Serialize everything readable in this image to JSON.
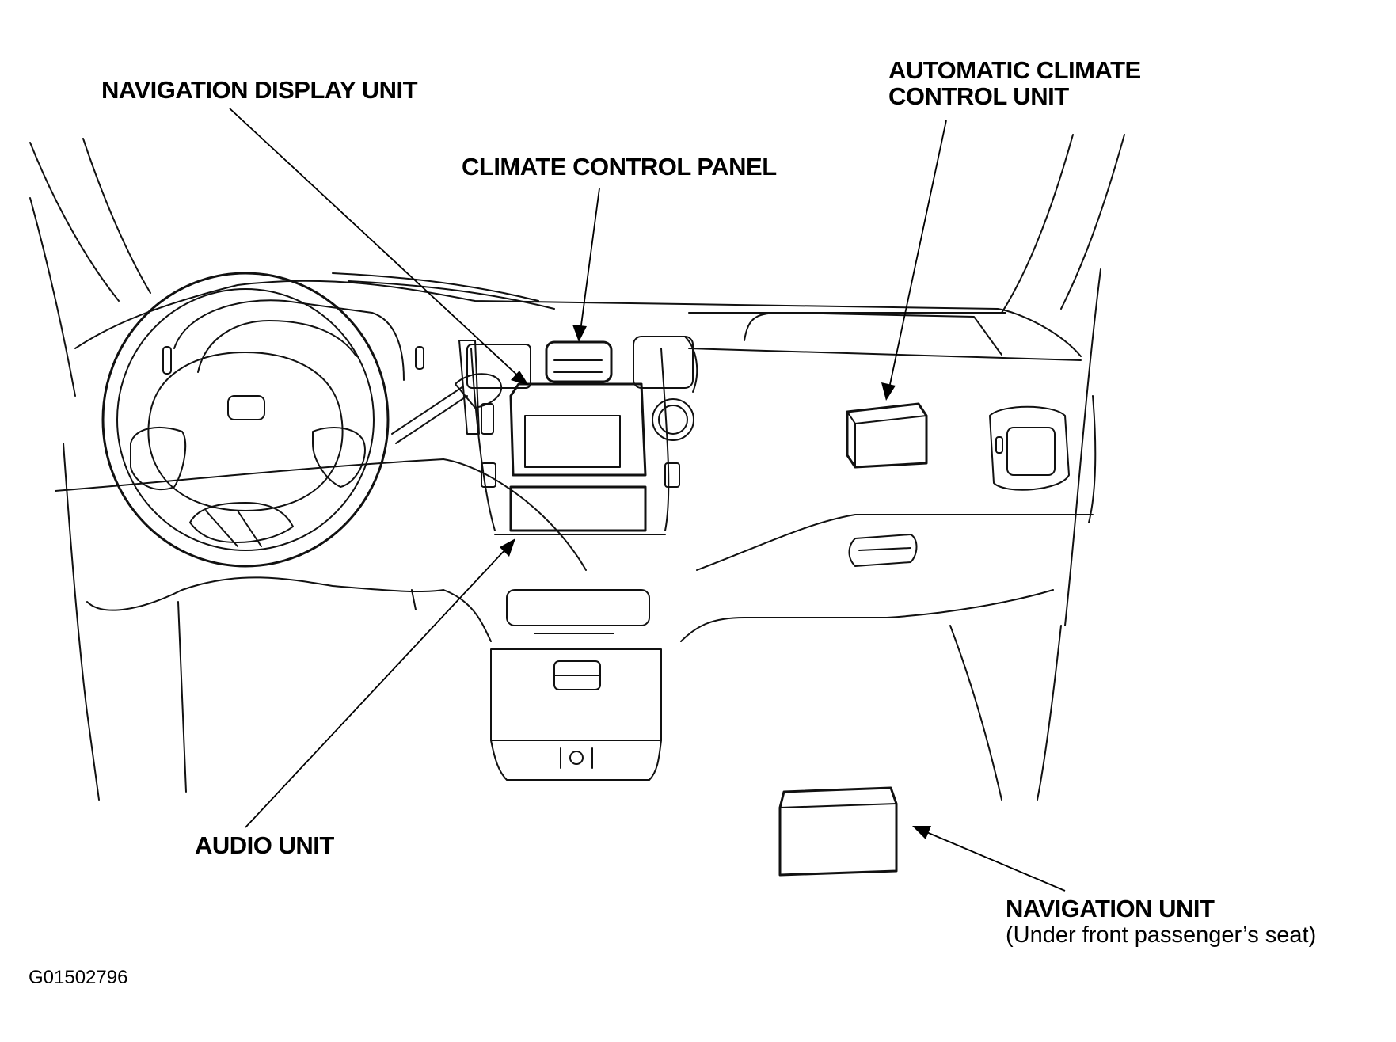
{
  "labels": {
    "navigation_display_unit": "NAVIGATION DISPLAY UNIT",
    "climate_control_panel": "CLIMATE CONTROL PANEL",
    "automatic_climate_line1": "AUTOMATIC CLIMATE",
    "automatic_climate_line2": "CONTROL UNIT",
    "audio_unit": "AUDIO UNIT",
    "navigation_unit": "NAVIGATION UNIT",
    "navigation_unit_sub": "(Under front passenger’s seat)"
  },
  "figure_code": "G01502796"
}
